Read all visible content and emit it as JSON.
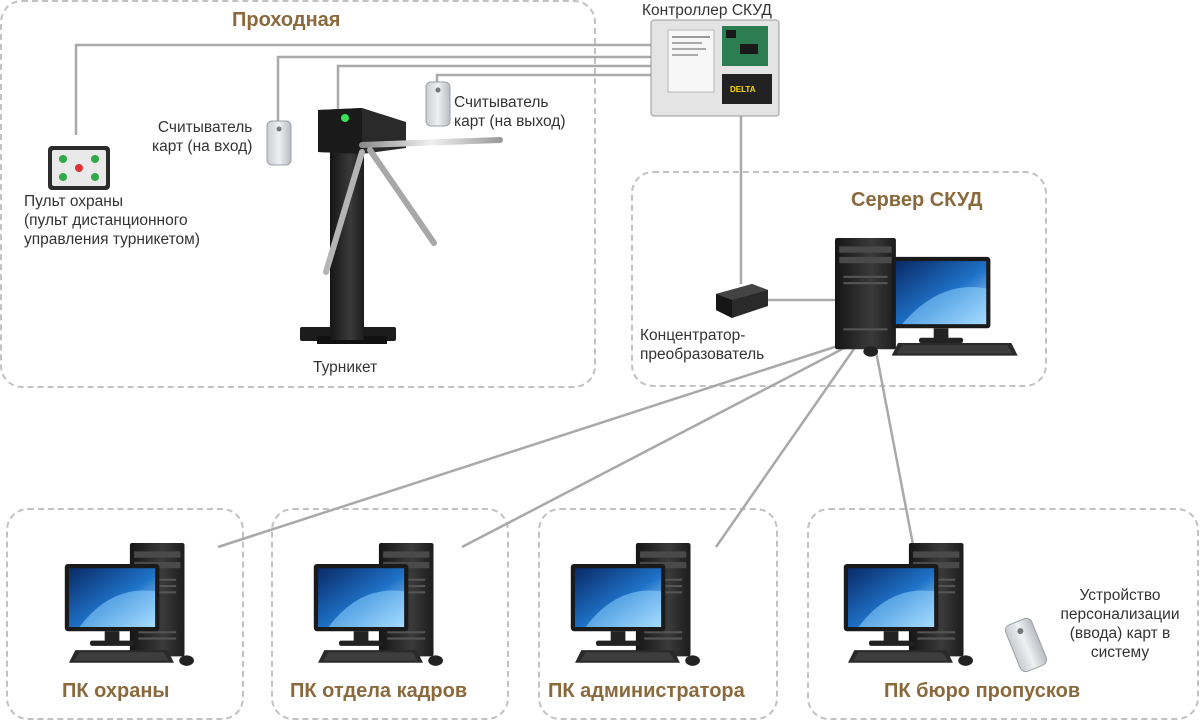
{
  "zones": {
    "checkpoint": "Проходная",
    "server": "Сервер СКУД",
    "pc_security": "ПК охраны",
    "pc_hr": "ПК отдела кадров",
    "pc_admin": "ПК администратора",
    "pc_pass": "ПК бюро пропусков"
  },
  "devices": {
    "controller": "Контроллер СКУД",
    "reader_in": [
      "Считыватель",
      "карт (на вход)"
    ],
    "reader_out": [
      "Считыватель",
      "карт (на выход)"
    ],
    "guard_panel": [
      "Пульт охраны",
      "(пульт дистанционного",
      "управления турникетом)"
    ],
    "turnstile": "Турникет",
    "hub": [
      "Концентратор-",
      "преобразователь"
    ],
    "enroll_device": [
      "Устройство",
      "персонализации",
      "(ввода) карт в",
      "систему"
    ]
  },
  "colors": {
    "title": "#8a6a3c",
    "line": "#a9a9a9",
    "dash": "#c2c2c2",
    "turnstile_led": "#39e05a"
  }
}
